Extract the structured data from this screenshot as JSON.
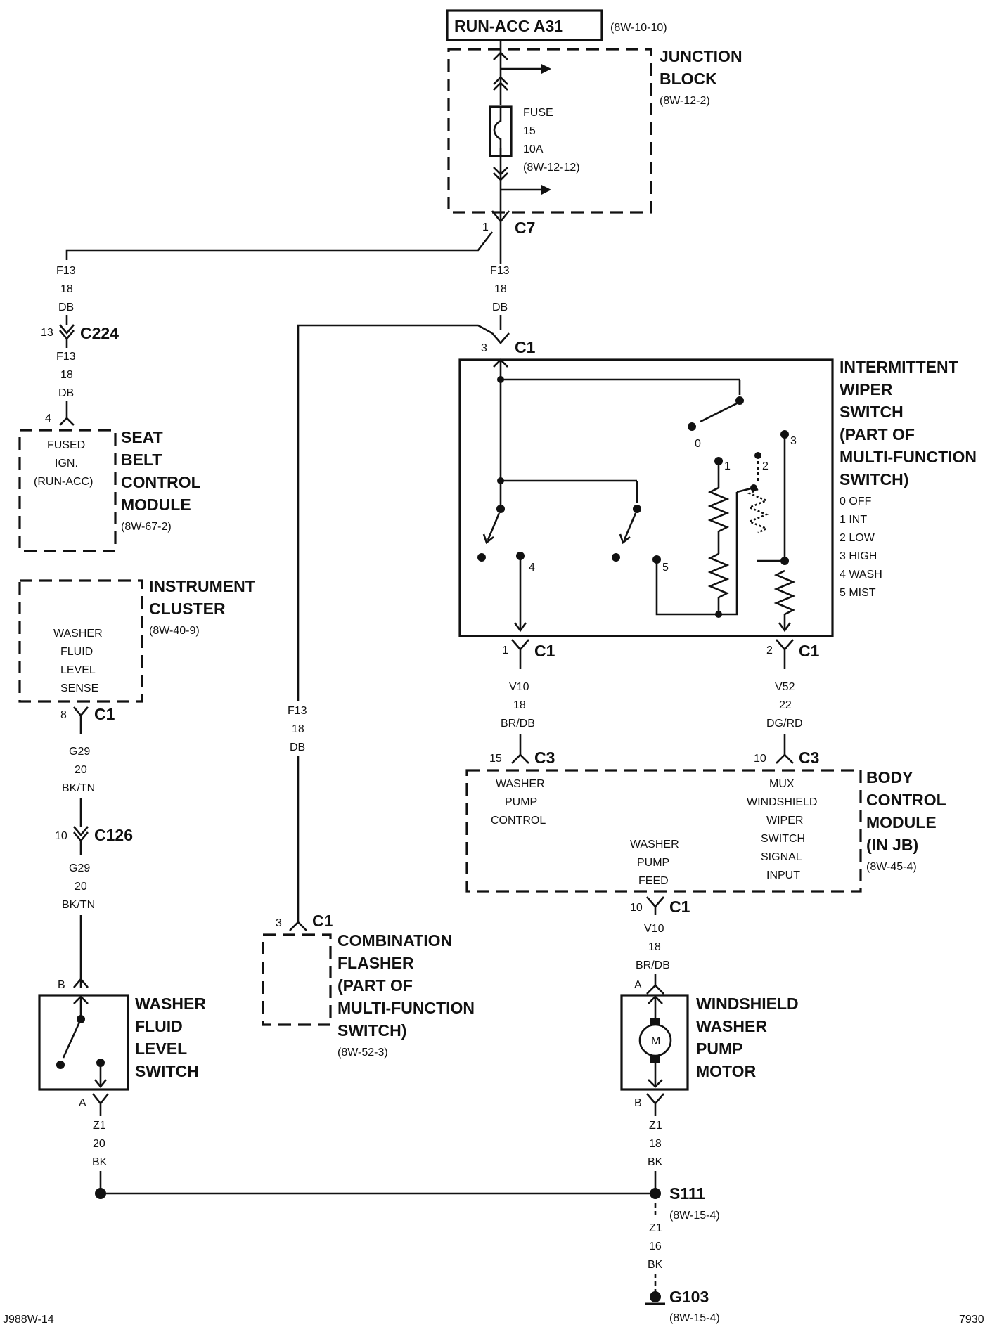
{
  "page": {
    "code_left": "J988W-14",
    "code_right": "7930"
  },
  "source": {
    "label": "RUN-ACC A31",
    "ref": "(8W-10-10)"
  },
  "junction_block": {
    "name": [
      "JUNCTION",
      "BLOCK"
    ],
    "ref": "(8W-12-2)",
    "fuse": [
      "FUSE",
      "15",
      "10A",
      "(8W-12-12)"
    ]
  },
  "connectors": {
    "c7": {
      "pin": "1",
      "name": "C7"
    },
    "c224": {
      "pin": "13",
      "name": "C224"
    },
    "wiper_c1_top": {
      "pin": "3",
      "name": "C1"
    },
    "seat_belt_pin": "4",
    "cluster_c1": {
      "pin": "8",
      "name": "C1"
    },
    "c126": {
      "pin": "10",
      "name": "C126"
    },
    "flasher_c1": {
      "pin": "3",
      "name": "C1"
    },
    "wiper_c1_left": {
      "pin": "1",
      "name": "C1"
    },
    "wiper_c1_right": {
      "pin": "2",
      "name": "C1"
    },
    "bcm_c3_left": {
      "pin": "15",
      "name": "C3"
    },
    "bcm_c3_right": {
      "pin": "10",
      "name": "C3"
    },
    "bcm_c1_bottom": {
      "pin": "10",
      "name": "C1"
    },
    "washer_switch_b": "B",
    "washer_switch_a": "A",
    "motor_a": "A",
    "motor_b": "B"
  },
  "wires": {
    "f13_a": [
      "F13",
      "18",
      "DB"
    ],
    "f13_b": [
      "F13",
      "18",
      "DB"
    ],
    "f13_c": [
      "F13",
      "18",
      "DB"
    ],
    "f13_flasher": [
      "F13",
      "18",
      "DB"
    ],
    "g29_a": [
      "G29",
      "20",
      "BK/TN"
    ],
    "g29_b": [
      "G29",
      "20",
      "BK/TN"
    ],
    "v10_a": [
      "V10",
      "18",
      "BR/DB"
    ],
    "v52": [
      "V52",
      "22",
      "DG/RD"
    ],
    "v10_b": [
      "V10",
      "18",
      "BR/DB"
    ],
    "z1_a": [
      "Z1",
      "20",
      "BK"
    ],
    "z1_b": [
      "Z1",
      "18",
      "BK"
    ],
    "z1_c": [
      "Z1",
      "16",
      "BK"
    ]
  },
  "seat_belt_module": {
    "name": [
      "SEAT",
      "BELT",
      "CONTROL",
      "MODULE"
    ],
    "ref": "(8W-67-2)",
    "inner": [
      "FUSED",
      "IGN.",
      "(RUN-ACC)"
    ]
  },
  "instrument_cluster": {
    "name": [
      "INSTRUMENT",
      "CLUSTER"
    ],
    "ref": "(8W-40-9)",
    "inner": [
      "WASHER",
      "FLUID",
      "LEVEL",
      "SENSE"
    ]
  },
  "wiper_switch": {
    "name": [
      "INTERMITTENT",
      "WIPER",
      "SWITCH",
      "(PART OF",
      "MULTI-FUNCTION",
      "SWITCH)"
    ],
    "legend": [
      "0 OFF",
      "1 INT",
      "2 LOW",
      "3 HIGH",
      "4 WASH",
      "5 MIST"
    ],
    "positions": [
      "0",
      "1",
      "2",
      "3",
      "4",
      "5"
    ]
  },
  "bcm": {
    "name": [
      "BODY",
      "CONTROL",
      "MODULE",
      "(IN JB)"
    ],
    "ref": "(8W-45-4)",
    "pump_control": [
      "WASHER",
      "PUMP",
      "CONTROL"
    ],
    "pump_feed": [
      "WASHER",
      "PUMP",
      "FEED"
    ],
    "mux_input": [
      "MUX",
      "WINDSHIELD",
      "WIPER",
      "SWITCH",
      "SIGNAL",
      "INPUT"
    ]
  },
  "flasher": {
    "name": [
      "COMBINATION",
      "FLASHER",
      "(PART OF",
      "MULTI-FUNCTION",
      "SWITCH)"
    ],
    "ref": "(8W-52-3)"
  },
  "washer_level_switch": {
    "name": [
      "WASHER",
      "FLUID",
      "LEVEL",
      "SWITCH"
    ]
  },
  "pump_motor": {
    "name": [
      "WINDSHIELD",
      "WASHER",
      "PUMP",
      "MOTOR"
    ],
    "symbol": "M"
  },
  "splice": {
    "name": "S111",
    "ref": "(8W-15-4)"
  },
  "ground": {
    "name": "G103",
    "ref": "(8W-15-4)"
  }
}
